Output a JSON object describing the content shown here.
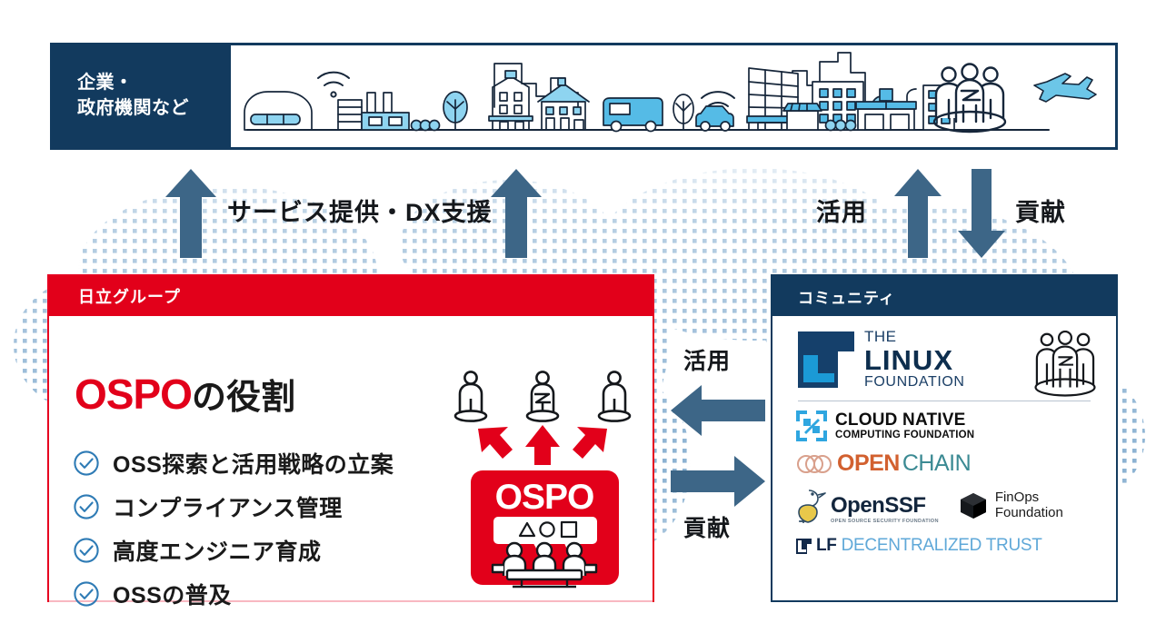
{
  "diagram": {
    "title_context": "Hitachi Group OSPO role and ecosystem diagram",
    "colors": {
      "hitachi_red": "#e2001a",
      "navy": "#123a5e",
      "arrow_blue": "#3d6687",
      "check_blue": "#2e7bb5",
      "map_dot_blue": "#9dc3e0",
      "accent_light_blue": "#59b6e3"
    }
  },
  "top_banner": {
    "label_line1": "企業・",
    "label_line2": "政府機関など",
    "scene_icons": [
      "train-icon",
      "factory-icon",
      "wifi-icon",
      "tree-icon",
      "building-icon",
      "house-icon",
      "bus-icon",
      "car-icon",
      "office-tower-icon",
      "shop-icon",
      "store-icon",
      "people-group-icon",
      "airplane-icon"
    ]
  },
  "flows": {
    "service_label": "サービス提供・DX支援",
    "top_right_utilize": "活用",
    "top_right_contribute": "貢献",
    "mid_utilize": "活用",
    "mid_contribute": "貢献"
  },
  "hitachi_panel": {
    "header": "日立グループ",
    "title_red": "OSPO",
    "title_black": "の役割",
    "items": [
      {
        "label": "OSS探索と活用戦略の立案"
      },
      {
        "label": "コンプライアンス管理"
      },
      {
        "label": "高度エンジニア育成"
      },
      {
        "label": "OSSの普及"
      }
    ],
    "graphic": {
      "badge_text": "OSPO",
      "person_count": 3,
      "arrow_count": 3,
      "icons": [
        "person-icon",
        "red-arrow-icon",
        "speech-bubble-shapes-icon",
        "meeting-table-icon"
      ]
    }
  },
  "community_panel": {
    "header": "コミュニティ",
    "logos": [
      {
        "id": "linux-foundation",
        "line1": "THE",
        "line2": "LINUX",
        "line3": "FOUNDATION"
      },
      {
        "id": "cncf",
        "line1": "CLOUD NATIVE",
        "line2": "COMPUTING FOUNDATION"
      },
      {
        "id": "openchain",
        "part1": "OPEN",
        "part2": "CHAIN"
      },
      {
        "id": "openssf",
        "name": "OpenSSF",
        "sub": "OPEN SOURCE SECURITY FOUNDATION"
      },
      {
        "id": "finops",
        "line1": "FinOps",
        "line2": "Foundation"
      },
      {
        "id": "lf-decentralized-trust",
        "part1": "LF",
        "part2": "DECENTRALIZED TRUST"
      }
    ],
    "people_icon": "people-group-icon"
  }
}
